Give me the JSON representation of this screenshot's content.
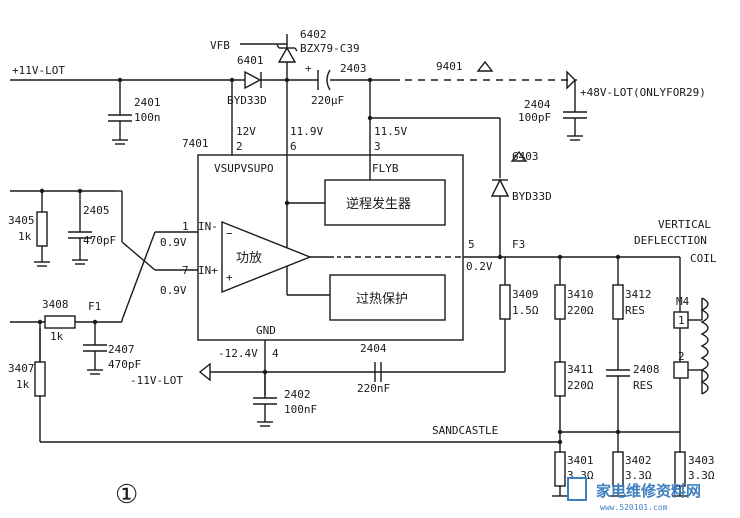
{
  "labels": {
    "vfb": "VFB",
    "d6402_ref": "6402",
    "d6402_part": "BZX79-C39",
    "plus11v": "+11V-LOT",
    "d6401_ref": "6401",
    "d6401_part": "BYD33D",
    "c2403_ref": "2403",
    "c2403_val": "220μF",
    "net9401": "9401",
    "plus48v": "+48V-LOT(ONLYFOR29)",
    "c2401_ref": "2401",
    "c2401_val": "100n",
    "c2404t_ref": "2404",
    "c2404t_val": "100pF",
    "ic_ref": "7401",
    "v12": "12V",
    "pin2": "2",
    "v119": "11.9V",
    "pin6": "6",
    "v115": "11.5V",
    "pin3": "3",
    "ic_title": "VSUPVSUPO",
    "flyb": "FLYB",
    "flyback_gen": "逆程发生器",
    "d6403_ref": "6403",
    "d6403_part": "BYD33D",
    "r3405_ref": "3405",
    "r3405_val": "1k",
    "c2405_ref": "2405",
    "c2405_val": "470pF",
    "pin1": "1",
    "in_minus": "IN-",
    "v09a": "0.9V",
    "amp": "功放",
    "pin7": "7",
    "in_plus": "IN+",
    "v09b": "0.9V",
    "pin5": "5",
    "f3": "F3",
    "v02": "0.2V",
    "vertical": "VERTICAL",
    "deflection": "DEFLECCTION",
    "coil": "COIL",
    "r3408_ref": "3408",
    "r3408_val": "1k",
    "f1": "F1",
    "overheat": "过热保护",
    "r3409_ref": "3409",
    "r3409_val": "1.5Ω",
    "r3410_ref": "3410",
    "r3410_val": "220Ω",
    "r3412_ref": "3412",
    "r3412_val": "RES",
    "m4": "M4",
    "m4_pin1": "1",
    "m4_pin2": "2",
    "c2407_ref": "2407",
    "c2407_val": "470pF",
    "r3407_ref": "3407",
    "r3407_val": "1k",
    "gnd": "GND",
    "vneg124": "-12.4V",
    "pin4": "4",
    "c2404b_ref": "2404",
    "c2404b_val": "220nF",
    "neg11v": "-11V-LOT",
    "c2402_ref": "2402",
    "c2402_val": "100nF",
    "r3411_ref": "3411",
    "r3411_val": "220Ω",
    "c2408_ref": "2408",
    "c2408_val": "RES",
    "sandcastle": "SANDCASTLE",
    "r3401_ref": "3401",
    "r3401_val": "3.3Ω",
    "r3402_ref": "3402",
    "r3402_val": "3.3Ω",
    "r3403_ref": "3403",
    "r3403_val": "3.3Ω",
    "circled": "①"
  },
  "watermark": {
    "text": "家电维修资料网",
    "url": "www.520101.com",
    "color": "#3d7fc1"
  }
}
